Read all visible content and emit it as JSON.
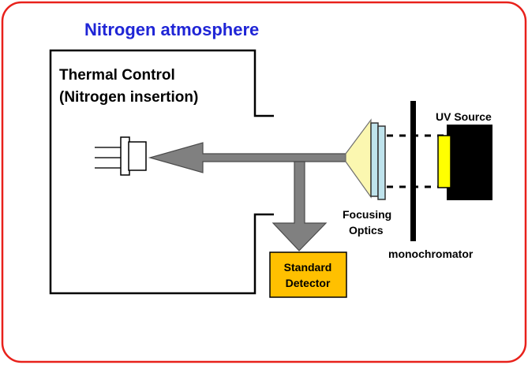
{
  "colors": {
    "frame_border": "#e8211b",
    "title": "#1f25d6",
    "beam_fill": "#808080",
    "beam_stroke": "#505050",
    "lens_fill": "#fbf7b0",
    "filter_fill": "#bfe3ec",
    "uv_lamp": "#ffff00",
    "uv_housing": "#000000",
    "detector_fill": "#ffc000"
  },
  "diagram": {
    "title": "Nitrogen atmosphere",
    "chamber": {
      "line1": "Thermal Control",
      "line2": "(Nitrogen insertion)"
    },
    "uv_source": "UV Source",
    "focusing_optics": {
      "line1": "Focusing",
      "line2": "Optics"
    },
    "monochromator": "monochromator",
    "standard_detector": {
      "line1": "Standard",
      "line2": "Detector"
    }
  }
}
